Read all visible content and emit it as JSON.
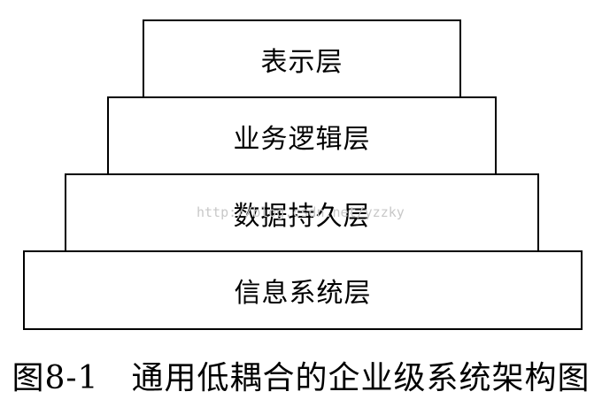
{
  "diagram": {
    "layers": [
      {
        "label": "表示层"
      },
      {
        "label": "业务逻辑层"
      },
      {
        "label": "数据持久层"
      },
      {
        "label": "信息系统层"
      }
    ],
    "watermark": "http://blog.csdn.net/yzzky",
    "caption": "图8-1　通用低耦合的企业级系统架构图"
  }
}
